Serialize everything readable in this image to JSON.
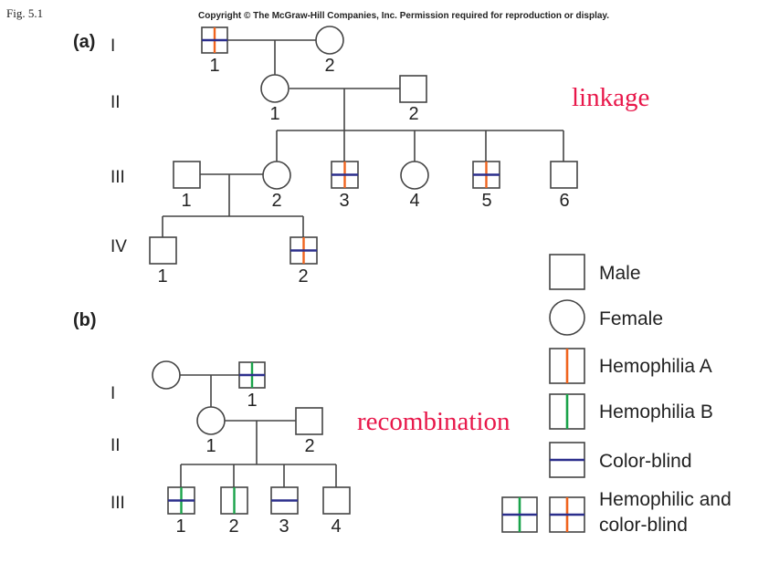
{
  "header": {
    "fig_label": "Fig. 5.1",
    "copyright": "Copyright © The McGraw-Hill Companies, Inc. Permission required for reproduction or display."
  },
  "panel_a": {
    "label": "(a)",
    "generations": [
      "I",
      "II",
      "III",
      "IV"
    ],
    "annotation": "linkage",
    "individuals": {
      "I1": "1",
      "I2": "2",
      "II1": "1",
      "II2": "2",
      "III1": "1",
      "III2": "2",
      "III3": "3",
      "III4": "4",
      "III5": "5",
      "III6": "6",
      "IV1": "1",
      "IV2": "2"
    }
  },
  "panel_b": {
    "label": "(b)",
    "generations": [
      "I",
      "II",
      "III"
    ],
    "annotation": "recombination",
    "individuals": {
      "I1": "1",
      "II1": "1",
      "II2": "2",
      "III1": "1",
      "III2": "2",
      "III3": "3",
      "III4": "4"
    }
  },
  "legend": {
    "male": "Male",
    "female": "Female",
    "hemophilia_a": "Hemophilia A",
    "hemophilia_b": "Hemophilia B",
    "color_blind": "Color-blind",
    "combined_line1": "Hemophilic and",
    "combined_line2": "color-blind"
  },
  "colors": {
    "hemophilia_a": "#f0641e",
    "hemophilia_b": "#1aa34a",
    "color_blind": "#2b2e8c",
    "annotation": "#e8174a",
    "line": "#444444"
  }
}
